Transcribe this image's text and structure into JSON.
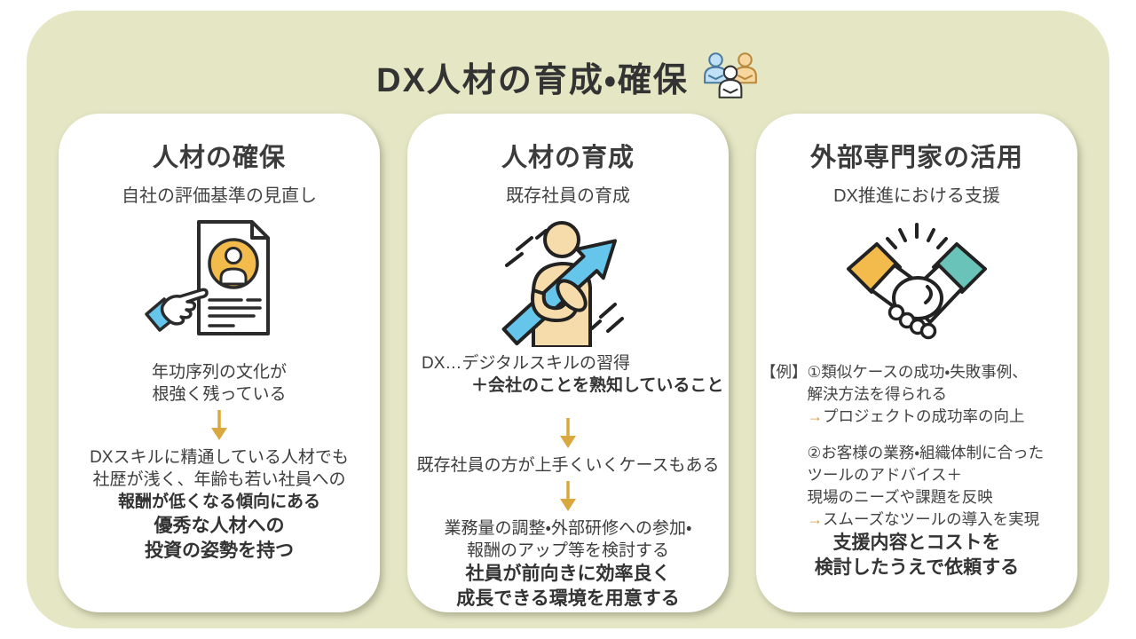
{
  "header": {
    "title": "DX人材の育成・確保"
  },
  "colors": {
    "background": "#e4e6c4",
    "card": "#ffffff",
    "text": "#3d3d3d",
    "heading": "#333333",
    "flow_arrow": "#d9a83f",
    "result_arrow": "#dd9c3c",
    "blue": "#66c5ea",
    "yellow": "#f2bb4b",
    "teal": "#6ac3b9",
    "skin": "#f7dcab",
    "person_blue": "#bfe0f5",
    "person_orange": "#f7d79e",
    "outline": "#2b2b2b"
  },
  "icons": {
    "title": "people-group-icon",
    "card1": "resume-hand-icon",
    "card2": "person-growth-arrow-icon",
    "card3": "handshake-icon"
  },
  "cards": [
    {
      "title": "人材の確保",
      "subtitle": "自社の評価基準の見直し",
      "step1_line1": "年功序列の文化が",
      "step1_line2": "根強く残っている",
      "step2_line1": "DXスキルに精通している人材でも",
      "step2_line2": "社歴が浅く、年齢も若い社員への",
      "step2_line3_bold": "報酬が低くなる傾向にある",
      "footer_line1": "優秀な人材への",
      "footer_line2": "投資の姿勢を持つ"
    },
    {
      "title": "人材の育成",
      "subtitle": "既存社員の育成",
      "step1_line1": "DX…デジタルスキルの習得",
      "step1_line2_bold": "＋会社のことを熟知していること",
      "step2": "既存社員の方が上手くいくケースもある",
      "step3_line1": "業務量の調整・外部研修への参加・",
      "step3_line2": "報酬のアップ等を検討する",
      "footer_line1": "社員が前向きに効率良く",
      "footer_line2": "成長できる環境を用意する"
    },
    {
      "title": "外部専門家の活用",
      "subtitle": "DX推進における支援",
      "example_label": "【例】",
      "ex1_line1": "①類似ケースの成功・失敗事例、",
      "ex1_line2": "解決方法を得られる",
      "ex1_arrow": "→",
      "ex1_result": "プロジェクトの成功率の向上",
      "ex2_line1": "②お客様の業務・組織体制に合った",
      "ex2_line2": "ツールのアドバイス＋",
      "ex2_line3": "現場のニーズや課題を反映",
      "ex2_arrow": "→",
      "ex2_result": "スムーズなツールの導入を実現",
      "footer_line1": "支援内容とコストを",
      "footer_line2": "検討したうえで依頼する"
    }
  ]
}
